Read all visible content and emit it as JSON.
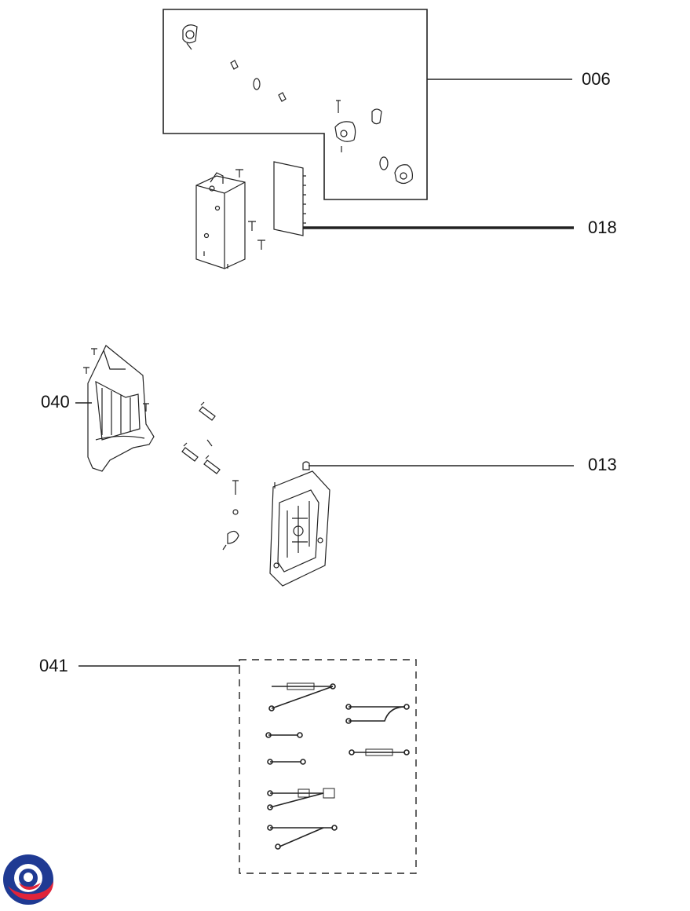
{
  "diagram": {
    "callouts": {
      "c006": "006",
      "c018": "018",
      "c040": "040",
      "c013": "013",
      "c041": "041"
    },
    "line_color": "#222222",
    "logo_colors": {
      "blue": "#1f3a93",
      "red": "#e0243a"
    }
  }
}
